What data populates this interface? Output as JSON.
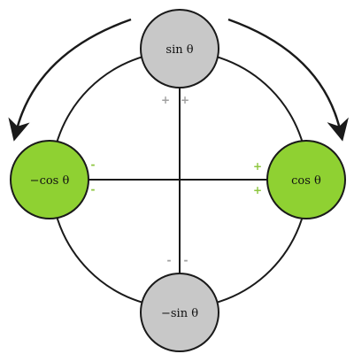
{
  "nodes": {
    "top": {
      "label": "sin θ",
      "fill": "#c8c8c8"
    },
    "right": {
      "label": "cos θ",
      "fill": "#8fd132"
    },
    "bottom": {
      "label": "−sin θ",
      "fill": "#c8c8c8"
    },
    "left": {
      "label": "−cos θ",
      "fill": "#8fd132"
    }
  },
  "signs": {
    "top_left": "+",
    "top_right": "+",
    "right_upper": "+",
    "right_lower": "+",
    "bottom_left": "-",
    "bottom_right": "-",
    "left_upper": "-",
    "left_lower": "-"
  },
  "colors": {
    "stroke": "#1a1a1a",
    "plus_green": "#8dc63f",
    "sign_grey": "#a0a0a0"
  }
}
